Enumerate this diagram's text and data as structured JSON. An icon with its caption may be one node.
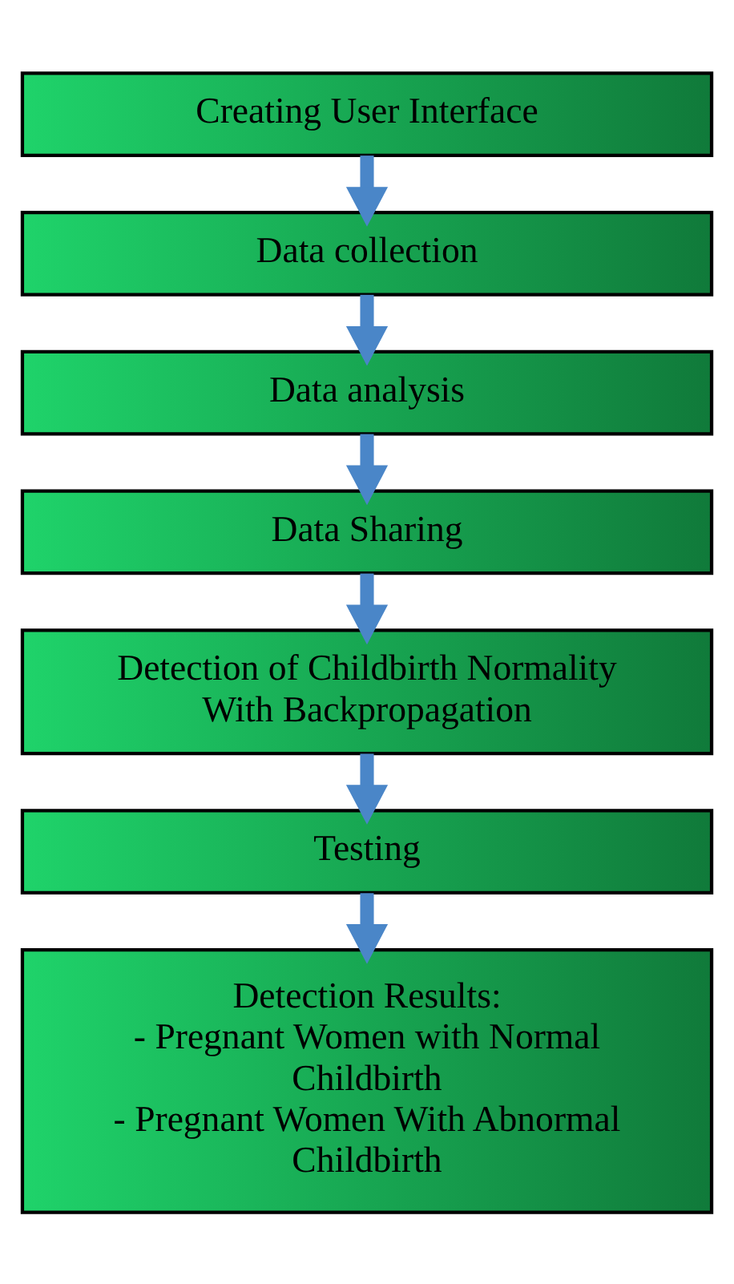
{
  "diagram": {
    "nodes": [
      {
        "text": [
          "Creating User Interface"
        ]
      },
      {
        "text": [
          "Data collection"
        ]
      },
      {
        "text": [
          "Data analysis"
        ]
      },
      {
        "text": [
          "Data Sharing"
        ]
      },
      {
        "text": [
          "Detection of Childbirth Normality With Backpropagation"
        ]
      },
      {
        "text": [
          "Testing"
        ]
      },
      {
        "text": [
          "Detection Results:",
          "- Pregnant Women with Normal Childbirth",
          "- Pregnant Women With Abnormal Childbirth"
        ]
      }
    ],
    "edges": [
      {
        "from": 0,
        "to": 1,
        "arrow": "to"
      },
      {
        "from": 1,
        "to": 2,
        "arrow": "to"
      },
      {
        "from": 2,
        "to": 3,
        "arrow": "to"
      },
      {
        "from": 3,
        "to": 4,
        "arrow": "to"
      },
      {
        "from": 4,
        "to": 5,
        "arrow": "to"
      },
      {
        "from": 5,
        "to": 6,
        "arrow": "to"
      }
    ]
  }
}
